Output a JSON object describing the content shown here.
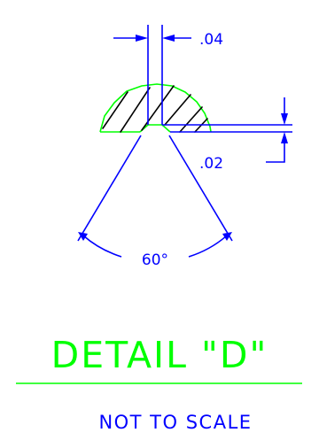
{
  "detail": {
    "title": "DETAIL \"D\"",
    "subtitle": "NOT TO SCALE"
  },
  "dimensions": {
    "width_label": ".04",
    "depth_label": ".02",
    "angle_label": "60°"
  },
  "colors": {
    "dimension": "#0000ff",
    "outline": "#00ff00",
    "hatch": "#000000",
    "background": "#ffffff"
  }
}
